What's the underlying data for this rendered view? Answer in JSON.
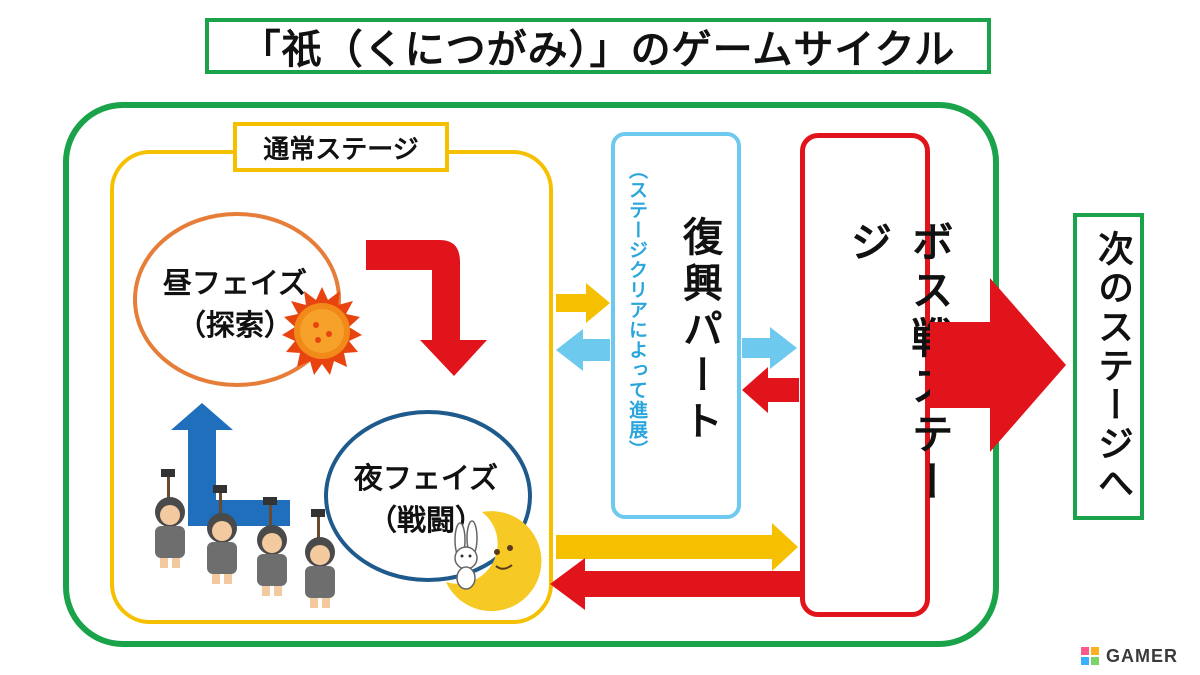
{
  "title": "「祇（くにつがみ）」のゲームサイクル",
  "normal_stage": {
    "label": "通常ステージ",
    "day_phase": {
      "line1": "昼フェイズ",
      "line2": "（探索）"
    },
    "night_phase": {
      "line1": "夜フェイズ",
      "line2": "（戦闘）"
    }
  },
  "recovery": {
    "main": "復興パート",
    "sub": "（ステージクリアによって進展）"
  },
  "boss_stage": "ボス戦ステージ",
  "next_stage": "次のステージへ",
  "watermark": "GAMER",
  "colors": {
    "green": "#1aa34a",
    "yellow": "#f5c000",
    "red": "#e2141b",
    "blue": "#1f6fbd",
    "light_blue": "#6ec9ee",
    "orange": "#e67e3a",
    "navy": "#1f5a8c"
  },
  "icons": [
    "sun-icon",
    "moon-icon",
    "rabbit-icon",
    "villagers-illustration",
    "gamer-logo-icon"
  ]
}
